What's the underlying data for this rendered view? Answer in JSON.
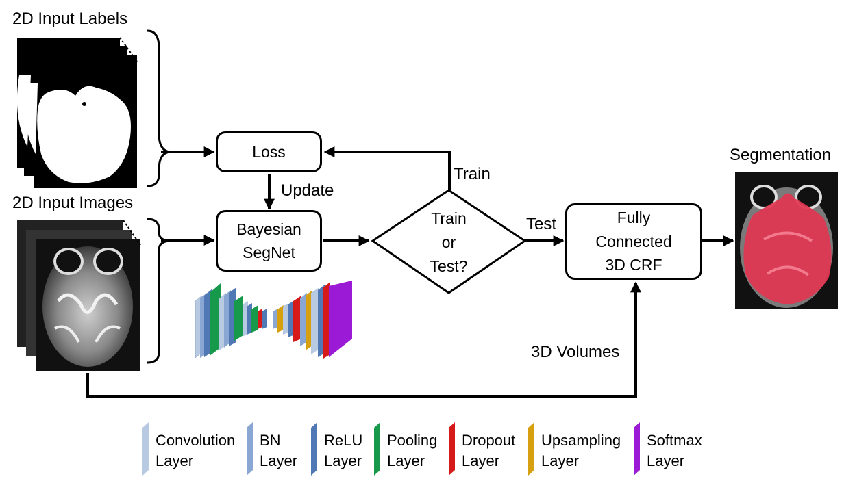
{
  "labels": {
    "input_labels": "2D Input Labels",
    "input_images": "2D Input Images",
    "segmentation": "Segmentation",
    "update": "Update",
    "train": "Train",
    "test": "Test",
    "volumes": "3D Volumes"
  },
  "nodes": {
    "loss": "Loss",
    "segnet": [
      "Bayesian",
      "SegNet"
    ],
    "decision": [
      "Train",
      "or",
      "Test?"
    ],
    "crf": [
      "Fully",
      "Connected",
      "3D CRF"
    ]
  },
  "legend": [
    {
      "line1": "Convolution",
      "line2": "Layer",
      "color": "#b8c9e2"
    },
    {
      "line1": "BN",
      "line2": "Layer",
      "color": "#8aa7d3"
    },
    {
      "line1": "ReLU",
      "line2": "Layer",
      "color": "#4f78b4"
    },
    {
      "line1": "Pooling",
      "line2": "Layer",
      "color": "#16994a"
    },
    {
      "line1": "Dropout",
      "line2": "Layer",
      "color": "#d61a1a"
    },
    {
      "line1": "Upsampling",
      "line2": "Layer",
      "color": "#d6a010"
    },
    {
      "line1": "Softmax",
      "line2": "Layer",
      "color": "#9a1ad6"
    }
  ],
  "colors": {
    "segmentation_overlay": "#e0354f",
    "stroke": "#000000"
  },
  "icons": [
    "label-mask-stack",
    "mri-slice-stack",
    "network-architecture-icon",
    "segmentation-result-image"
  ]
}
